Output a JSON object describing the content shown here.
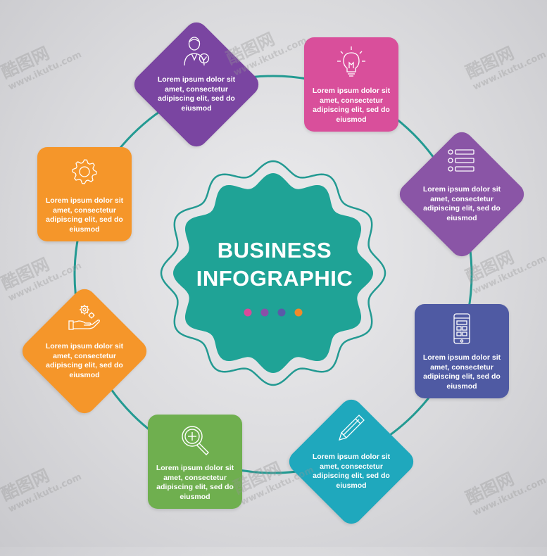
{
  "center": {
    "title_line1": "BUSINESS",
    "title_line2": "INFOGRAPHIC",
    "dot_colors": [
      "#d84a9a",
      "#8a4fa8",
      "#5a5aa8",
      "#f08a2a"
    ]
  },
  "colors": {
    "ring": "#239a92",
    "badge": "#1fa396"
  },
  "cards": [
    {
      "text": "Lorem ipsum dolor sit amet, consectetur adipiscing elit, sed do eiusmod",
      "color": "#7a45a1",
      "icon": "businessman-check-icon"
    },
    {
      "text": "Lorem ipsum dolor sit amet, consectetur adipiscing elit, sed do eiusmod",
      "color": "#d94f9b",
      "icon": "lightbulb-icon"
    },
    {
      "text": "Lorem ipsum dolor sit amet, consectetur adipiscing elit, sed do eiusmod",
      "color": "#8a55a6",
      "icon": "list-icon"
    },
    {
      "text": "Lorem ipsum dolor sit amet, consectetur adipiscing elit, sed do eiusmod",
      "color": "#4f5aa3",
      "icon": "smartphone-icon"
    },
    {
      "text": "Lorem ipsum dolor sit amet, consectetur adipiscing elit, sed do eiusmod",
      "color": "#1fa8bd",
      "icon": "pencil-icon"
    },
    {
      "text": "Lorem ipsum dolor sit amet, consectetur adipiscing elit, sed do eiusmod",
      "color": "#6faf4f",
      "icon": "magnifier-plus-icon"
    },
    {
      "text": "Lorem ipsum dolor sit amet, consectetur adipiscing elit, sed do eiusmod",
      "color": "#f5962a",
      "icon": "hand-gears-icon"
    },
    {
      "text": "Lorem ipsum dolor sit amet, consectetur adipiscing elit, sed do eiusmod",
      "color": "#f5962a",
      "icon": "gear-icon"
    }
  ],
  "watermark": {
    "logo": "酷图网",
    "url": "www.ikutu.com"
  }
}
